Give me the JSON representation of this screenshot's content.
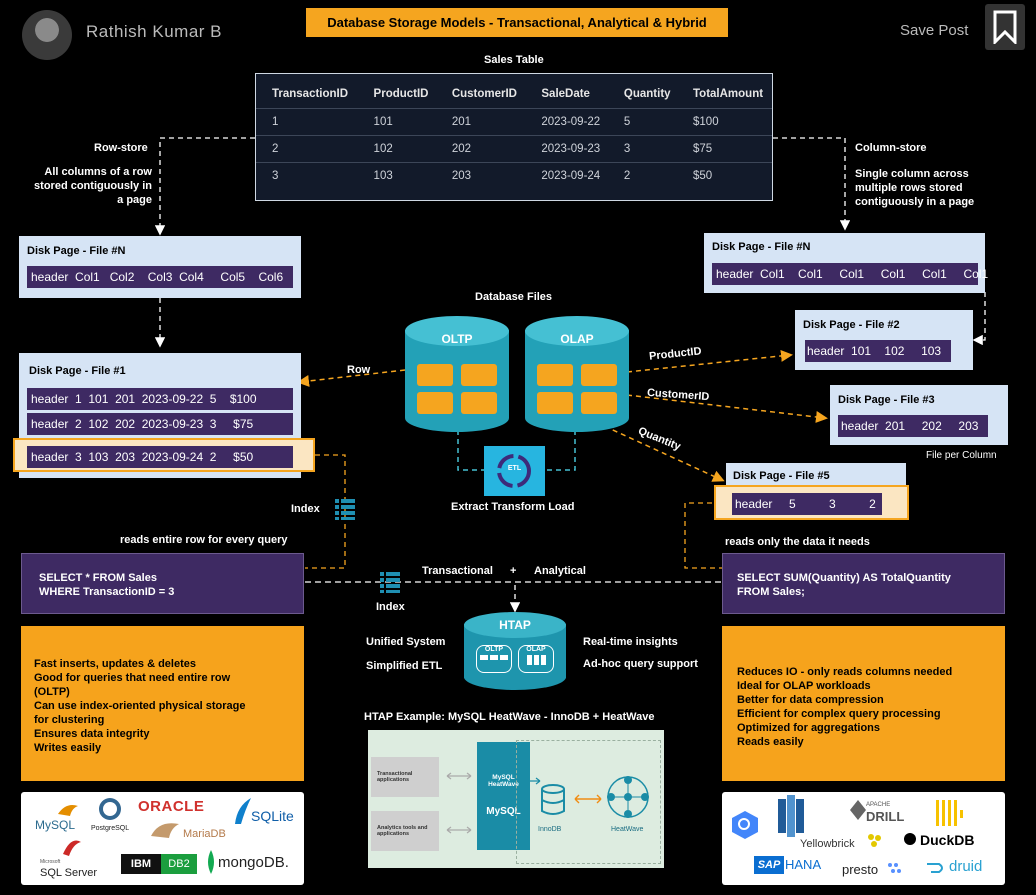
{
  "header": {
    "title": "Database Storage Models - Transactional, Analytical & Hybrid",
    "author": "Rathish Kumar B",
    "save_post": "Save Post"
  },
  "sales_table": {
    "caption": "Sales Table",
    "columns": [
      "TransactionID",
      "ProductID",
      "CustomerID",
      "SaleDate",
      "Quantity",
      "TotalAmount"
    ],
    "rows": [
      [
        "1",
        "101",
        "201",
        "2023-09-22",
        "5",
        "$100"
      ],
      [
        "2",
        "102",
        "202",
        "2023-09-23",
        "3",
        "$75"
      ],
      [
        "3",
        "103",
        "203",
        "2023-09-24",
        "2",
        "$50"
      ]
    ]
  },
  "row_store": {
    "label": "Row-store",
    "desc": "All columns of a row stored contiguously in a page",
    "page_n_title": "Disk Page - File #N",
    "page_n_strip": "header  Col1   Col2    Col3  Col4     Col5    Col6",
    "page_1_title": "Disk Page - File #1",
    "page_1_rows": [
      "header  1  101  201  2023-09-22  5    $100",
      "header  2  102  202  2023-09-23  3     $75",
      "header  3  103  203  2023-09-24  2     $50"
    ],
    "index_label": "Index",
    "reads_note": "reads entire row for every query",
    "query": "SELECT * FROM Sales\nWHERE TransactionID = 3",
    "benefits": [
      "Fast inserts, updates & deletes",
      "Good for queries that need entire row",
      "(OLTP)",
      "Can use index-oriented physical storage",
      "for clustering",
      "Ensures data integrity",
      "Writes easily"
    ],
    "logos": [
      "MySQL",
      "PostgreSQL",
      "ORACLE",
      "SQLite",
      "MariaDB",
      "SQL Server",
      "IBM",
      "DB2",
      "mongoDB."
    ],
    "logo_small": [
      "Microsoft"
    ]
  },
  "column_store": {
    "label": "Column-store",
    "desc": "Single column across multiple rows stored contiguously in a page",
    "page_n_title": "Disk Page - File #N",
    "page_n_strip": "header  Col1    Col1     Col1     Col1     Col1     Col1",
    "page_2_title": "Disk Page - File #2",
    "page_2_strip": "header  101    102     103",
    "page_3_title": "Disk Page - File #3",
    "page_3_strip": "header  201     202     203",
    "file_per_column": "File per Column",
    "page_5_title": "Disk Page - File #5",
    "page_5_strip": "header     5          3          2",
    "reads_note": "reads only the data it needs",
    "query": "SELECT SUM(Quantity) AS TotalQuantity\nFROM Sales;",
    "benefits": [
      "Reduces IO - only reads columns needed",
      "Ideal for OLAP workloads",
      "Better for data compression",
      "Efficient for complex query processing",
      "Optimized for aggregations",
      "Reads easily"
    ],
    "logos": [
      "Yellowbrick",
      "APACHE",
      "DRILL",
      "DuckDB",
      "SAP",
      "HANA",
      "presto",
      "druid"
    ]
  },
  "center": {
    "database_files": "Database Files",
    "oltp": "OLTP",
    "olap": "OLAP",
    "row_arrow": "Row",
    "product_arrow": "ProductID",
    "customer_arrow": "CustomerID",
    "quantity_arrow": "Quantity",
    "etl_icon": "ETL",
    "etl_label": "Extract Transform Load",
    "transactional": "Transactional",
    "plus": "+",
    "analytical": "Analytical",
    "index_label": "Index",
    "htap": "HTAP",
    "htap_oltp": "OLTP",
    "htap_olap": "OLAP",
    "unified": "Unified System",
    "simplified": "Simplified ETL",
    "realtime": "Real-time insights",
    "adhoc": "Ad-hoc query support",
    "heatwave_title": "HTAP Example: MySQL HeatWave - InnoDB + HeatWave"
  },
  "heatwave": {
    "transactional_apps": "Transactional applications",
    "analytics_tools": "Analytics tools and applications",
    "mysql_heatwave": "MySQL HeatWave",
    "mysql_logo": "MySQL",
    "innodb": "InnoDB",
    "heatwave": "HeatWave"
  },
  "colors": {
    "orange": "#f5a51f",
    "purple": "#3e2a63",
    "disk_bg": "#d6e4f5",
    "teal": "#23a1b7",
    "dark_table": "#121a2a"
  }
}
